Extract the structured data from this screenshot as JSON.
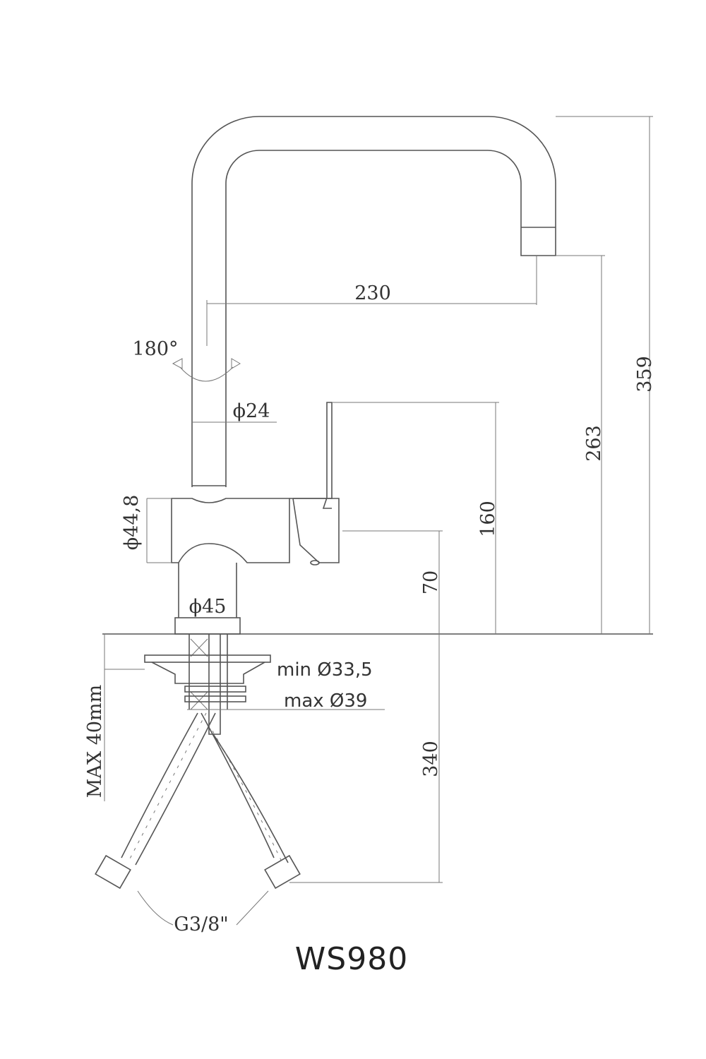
{
  "drawing": {
    "model": "WS980",
    "dimensions": {
      "spout_reach": "230",
      "total_height": "359",
      "spout_height": "263",
      "lever_height": "160",
      "body_height": "70",
      "hose_length": "340",
      "rotation": "180°",
      "spout_diameter": "ϕ24",
      "body_diameter": "ϕ44,8",
      "base_diameter": "ϕ45",
      "hole_min": "min Ø33,5",
      "hole_max": "max Ø39",
      "max_thickness": "MAX 40mm",
      "connection": "G3/8\""
    }
  }
}
